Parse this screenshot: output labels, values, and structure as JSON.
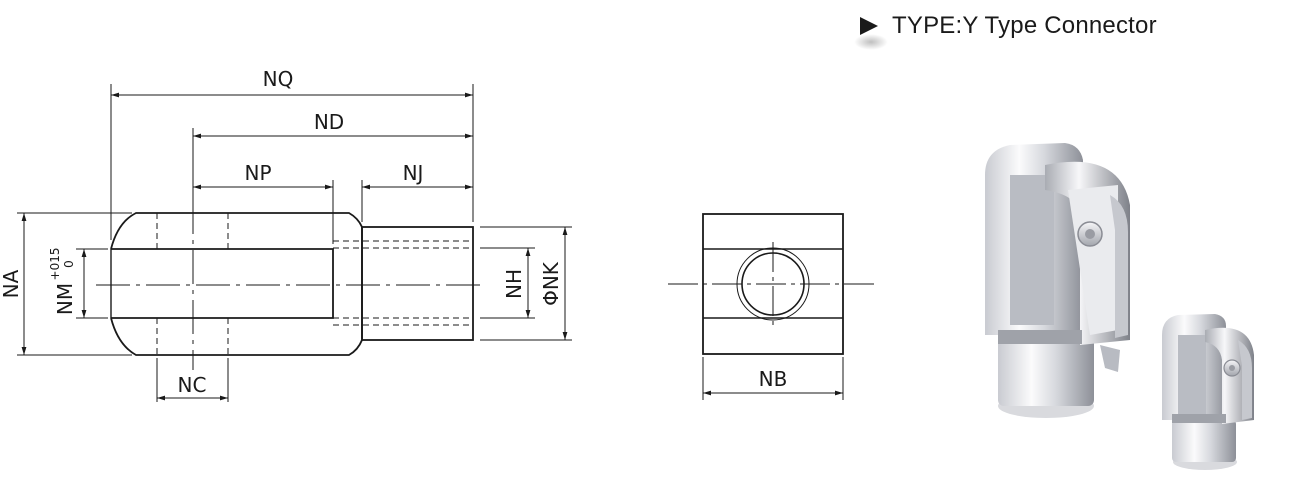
{
  "header": {
    "title": "TYPE:Y Type Connector",
    "bullet_icon": "play-triangle-icon"
  },
  "side_view": {
    "labels": {
      "NQ": "NQ",
      "ND": "ND",
      "NP": "NP",
      "NJ": "NJ",
      "NA": "NA",
      "NM": "NM",
      "NM_tol_upper": "+015",
      "NM_tol_lower": "0",
      "NH": "NH",
      "NK": "ΦNK",
      "NC": "NC"
    }
  },
  "end_view": {
    "labels": {
      "NB": "NB"
    }
  },
  "photo": {
    "icon": "y-type-connector-photo"
  },
  "colors": {
    "line": "#1a1a1a",
    "metal_light": "#f4f4f6",
    "metal_dark": "#8a8c94"
  }
}
